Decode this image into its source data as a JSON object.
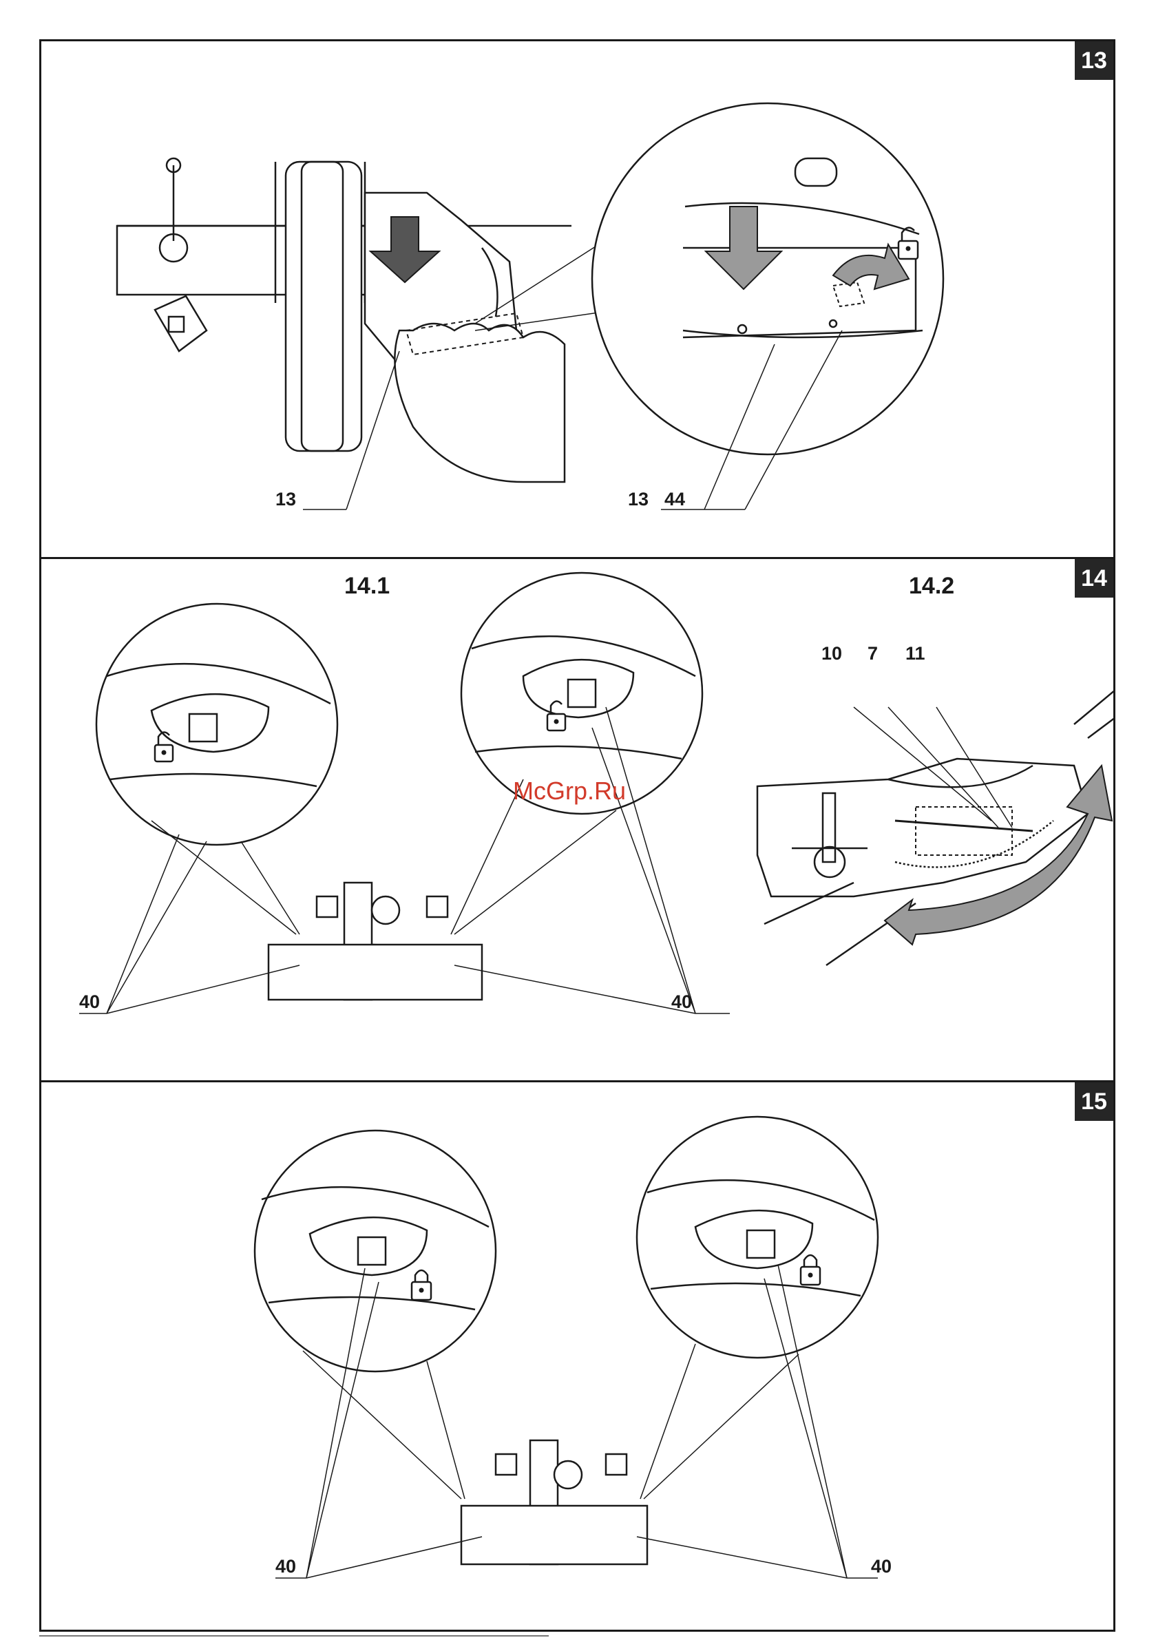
{
  "figures": [
    {
      "number": "13",
      "callouts": [
        "13",
        "13",
        "44"
      ]
    },
    {
      "number": "14",
      "subfigures": [
        "14.1",
        "14.2"
      ],
      "callouts_14_1": [
        "40",
        "40"
      ],
      "callouts_14_2": [
        "10",
        "7",
        "11"
      ]
    },
    {
      "number": "15",
      "callouts": [
        "40",
        "40"
      ]
    }
  ],
  "watermark": "McGrp.Ru",
  "icons": [
    "down-arrow-icon",
    "unlock-icon",
    "lock-icon",
    "rotate-arrow-icon"
  ],
  "colors": {
    "border": "#1a1a1a",
    "badge": "#262626",
    "arrow_dark": "#555555",
    "arrow_light": "#9a9a9a",
    "watermark": "#d23a2a"
  }
}
